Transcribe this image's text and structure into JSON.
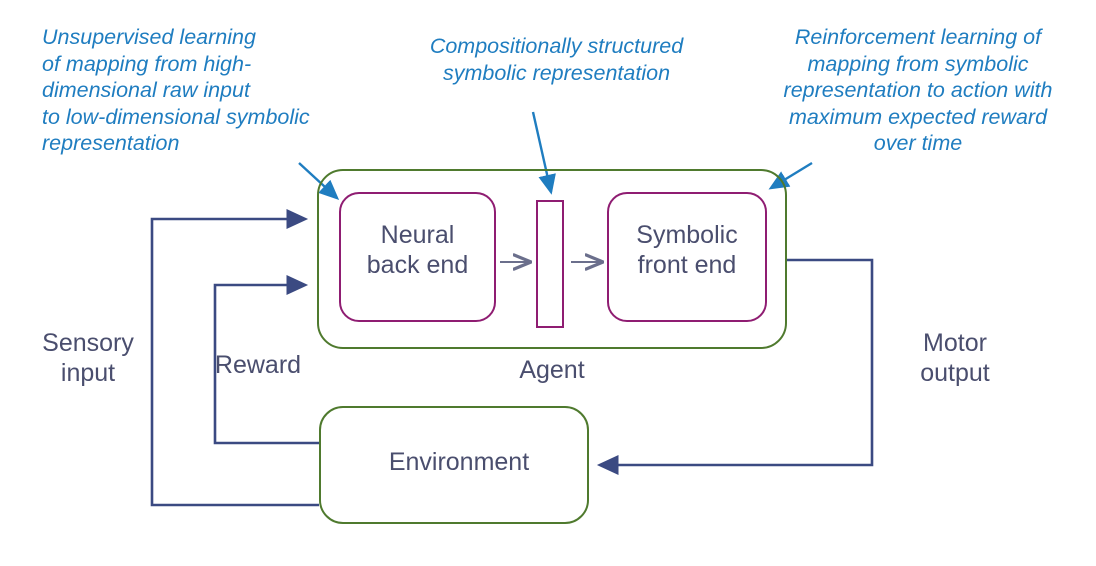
{
  "diagram": {
    "title": "Agent-Environment symbolic/neural architecture",
    "colors": {
      "annotation_blue": "#1f7dc0",
      "outer_green": "#4f7a2e",
      "inner_purple": "#8f1d72",
      "wire_navy": "#3b4a82",
      "label_gray": "#4a4e6e",
      "inner_arrow_gray": "#6b6f8c",
      "background": "#ffffff"
    }
  },
  "callouts": [
    {
      "id": "unsupervised-learning",
      "text": "Unsupervised learning\nof mapping from high-\ndimensional raw input\nto low-dimensional symbolic\nrepresentation",
      "points_to": "neural-back-end"
    },
    {
      "id": "compositional-representation",
      "text": "Compositionally structured\nsymbolic representation",
      "points_to": "interface-representation"
    },
    {
      "id": "reinforcement-learning",
      "text": "Reinforcement learning of\nmapping from symbolic\nrepresentation to action with\nmaximum expected reward\nover time",
      "points_to": "symbolic-front-end"
    }
  ],
  "nodes": {
    "agent": {
      "label": "Agent"
    },
    "neural_back_end": {
      "label": "Neural\nback end"
    },
    "symbolic_front_end": {
      "label": "Symbolic\nfront end"
    },
    "interface": {
      "label": ""
    },
    "environment": {
      "label": "Environment"
    }
  },
  "edges": [
    {
      "id": "sensory-input",
      "label": "Sensory\ninput",
      "from": "environment",
      "to": "agent"
    },
    {
      "id": "reward",
      "label": "Reward",
      "from": "environment",
      "to": "agent"
    },
    {
      "id": "motor-output",
      "label": "Motor\noutput",
      "from": "agent",
      "to": "environment"
    },
    {
      "id": "neural-to-interface",
      "label": "",
      "from": "neural-back-end",
      "to": "interface"
    },
    {
      "id": "interface-to-symbolic",
      "label": "",
      "from": "interface",
      "to": "symbolic-front-end"
    }
  ]
}
